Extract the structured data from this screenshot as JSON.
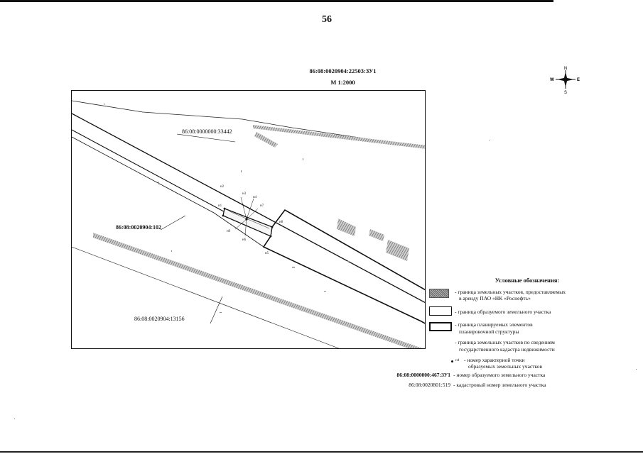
{
  "page_number": "56",
  "map": {
    "title": "86:08:0020904:22503:ЗУ1",
    "scale": "М 1:2000",
    "compass": {
      "n": "N",
      "s": "S",
      "w": "W",
      "e": "E"
    },
    "parcels": {
      "upper": "86:08:0000000:33442",
      "center": "86:08:0020904:102",
      "lower": "86:08:0020904:13156"
    },
    "points": [
      "н1",
      "н2",
      "н3",
      "н4",
      "н5",
      "н6",
      "н7",
      "н8",
      "н9"
    ]
  },
  "legend": {
    "title": "Условные обозначения:",
    "items": [
      {
        "line1": "- граница земельных участков, предоставляемых",
        "line2": "в аренду ПАО «НК «Роснефть»"
      },
      {
        "line1": "- граница образуемого земельного участка"
      },
      {
        "line1": "- граница планируемых элементов",
        "line2": "планировочной структуры"
      },
      {
        "line1": "- граница земельных участков по сведениям",
        "line2": "государственного кадастра недвижимости"
      },
      {
        "line1": "- номер характерной точки",
        "line2": "образуемых земельных участков",
        "symbol_label": "н1"
      },
      {
        "code": "86:08:0000000:467:ЗУ1",
        "line1": "- номер образуемого земельного участка"
      },
      {
        "code": "86:08:0020801:519",
        "line1": "- кадастровый номер земельного участка"
      }
    ]
  }
}
